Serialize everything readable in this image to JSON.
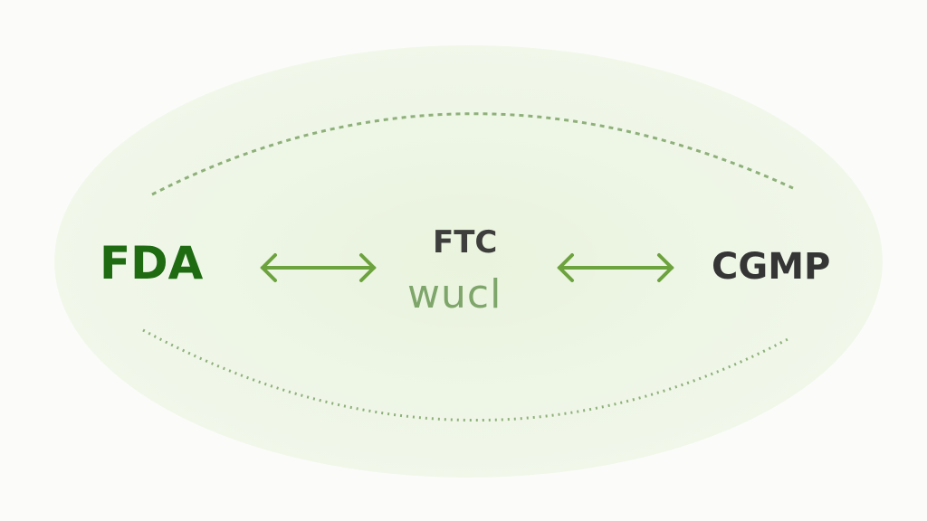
{
  "nodes": {
    "left": "FDA",
    "center_top": "FTC",
    "center_bottom": "wucl",
    "right": "CGMP"
  },
  "colors": {
    "arrow": "#6da33f",
    "dashes": "#8fb07a",
    "fda": "#1e6b12"
  }
}
